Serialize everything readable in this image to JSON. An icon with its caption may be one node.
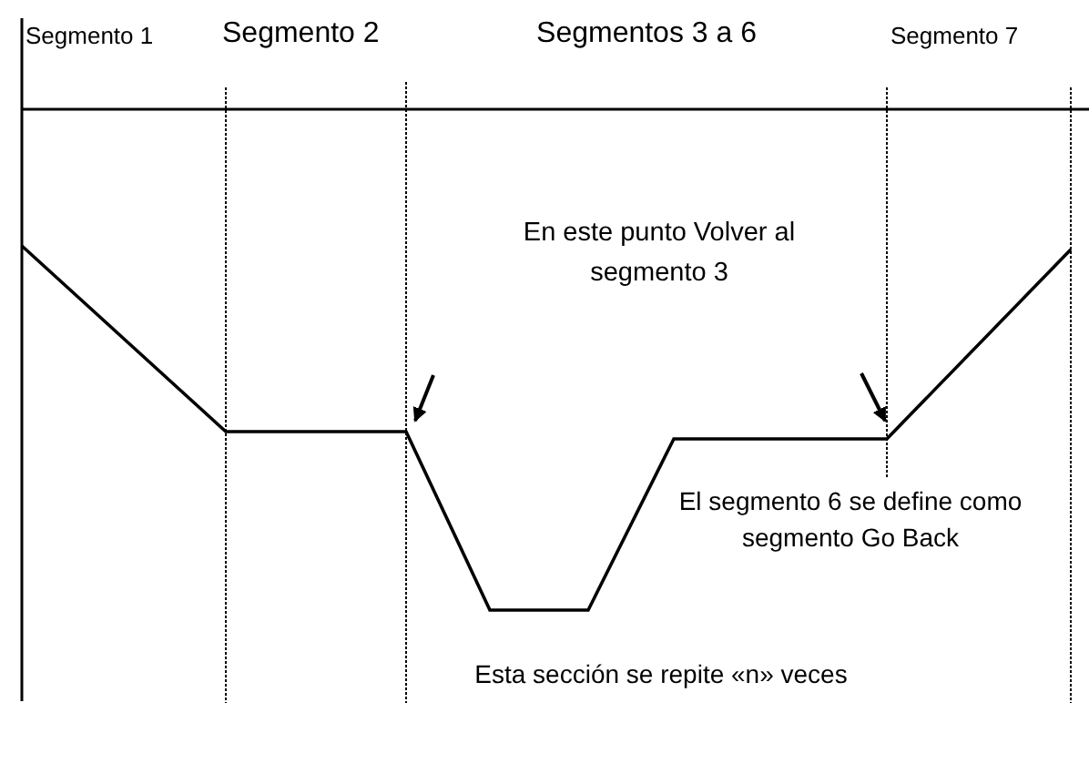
{
  "diagram": {
    "labels": [
      "Segmento 1",
      "Segmento 2",
      "Segmentos 3 a 6",
      "Segmento 7",
      "En este punto Volver al segmento 3",
      "El segmento 6 se define como segmento Go Back",
      "Esta sección se repite «n» veces"
    ]
  }
}
